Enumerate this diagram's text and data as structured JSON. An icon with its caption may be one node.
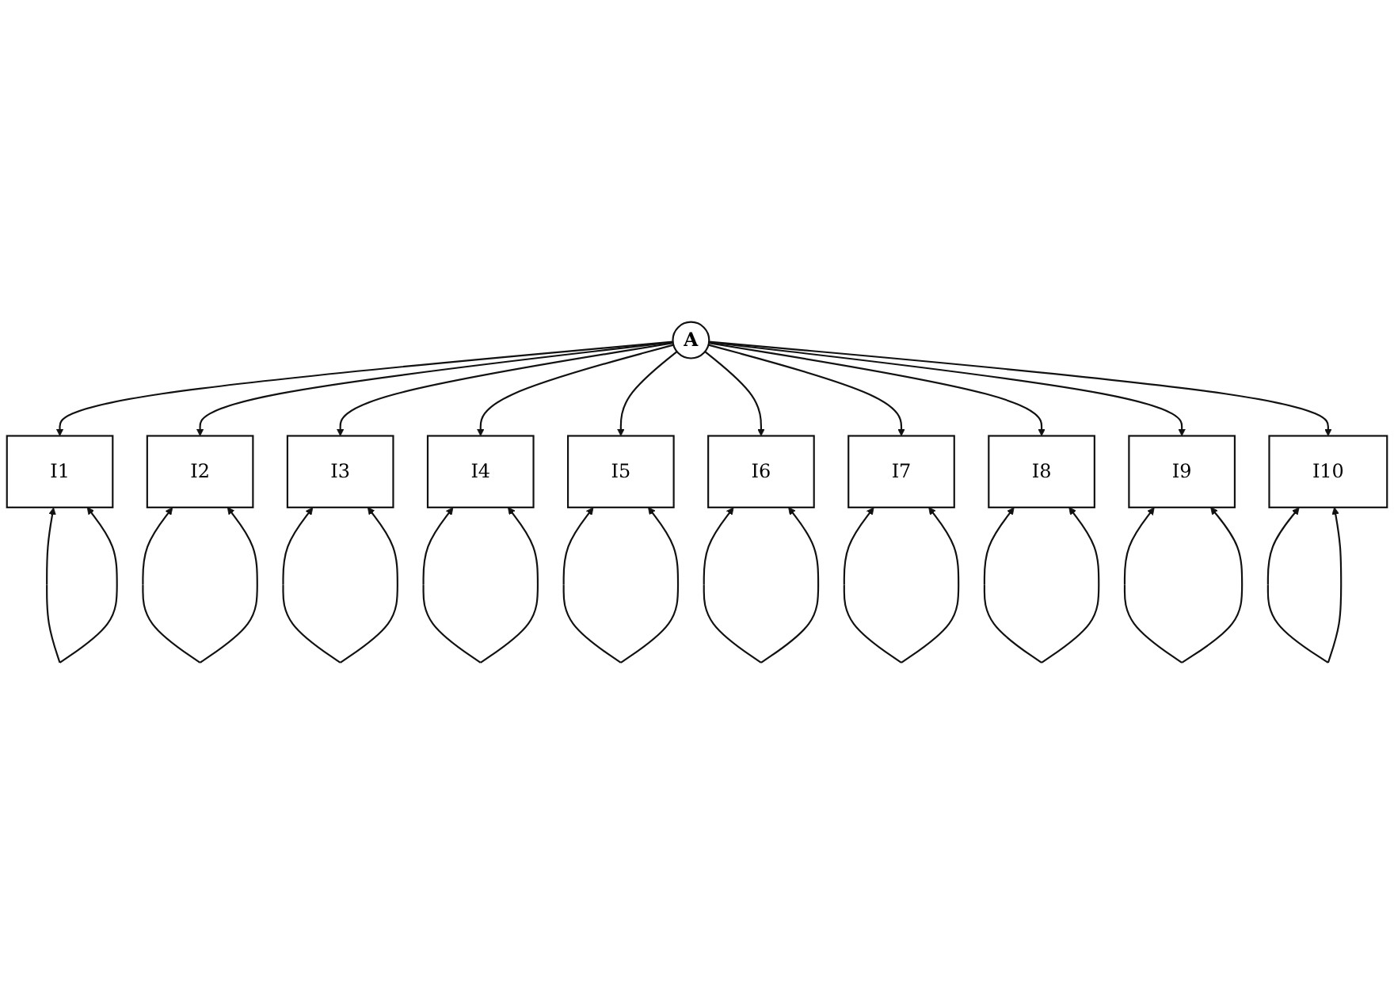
{
  "diagram": {
    "nodes": [
      {
        "text": [
          "I1"
        ]
      },
      {
        "text": [
          "I2"
        ]
      },
      {
        "text": [
          "I3"
        ]
      },
      {
        "text": [
          "I4"
        ]
      },
      {
        "text": [
          "I5"
        ]
      },
      {
        "text": [
          "A"
        ]
      },
      {
        "text": [
          "I6"
        ]
      },
      {
        "text": [
          "I7"
        ]
      },
      {
        "text": [
          "I8"
        ]
      },
      {
        "text": [
          "I9"
        ]
      },
      {
        "text": [
          "I10"
        ]
      }
    ],
    "edges": [
      {
        "from": 5,
        "to": 0,
        "arrow": "to"
      },
      {
        "from": 5,
        "to": 1,
        "arrow": "to"
      },
      {
        "from": 5,
        "to": 2,
        "arrow": "to"
      },
      {
        "from": 5,
        "to": 3,
        "arrow": "to"
      },
      {
        "from": 5,
        "to": 4,
        "arrow": "to"
      },
      {
        "from": 5,
        "to": 6,
        "arrow": "to"
      },
      {
        "from": 5,
        "to": 7,
        "arrow": "to"
      },
      {
        "from": 5,
        "to": 8,
        "arrow": "to"
      },
      {
        "from": 5,
        "to": 9,
        "arrow": "to"
      },
      {
        "from": 5,
        "to": 10,
        "arrow": "to"
      },
      {
        "from": 0,
        "to": 0,
        "arrow": "both"
      },
      {
        "from": 1,
        "to": 1,
        "arrow": "both"
      },
      {
        "from": 2,
        "to": 2,
        "arrow": "both"
      },
      {
        "from": 3,
        "to": 3,
        "arrow": "both"
      },
      {
        "from": 4,
        "to": 4,
        "arrow": "both"
      },
      {
        "from": 6,
        "to": 6,
        "arrow": "both"
      },
      {
        "from": 7,
        "to": 7,
        "arrow": "both"
      },
      {
        "from": 8,
        "to": 8,
        "arrow": "both"
      },
      {
        "from": 9,
        "to": 9,
        "arrow": "both"
      },
      {
        "from": 10,
        "to": 10,
        "arrow": "both"
      }
    ]
  }
}
